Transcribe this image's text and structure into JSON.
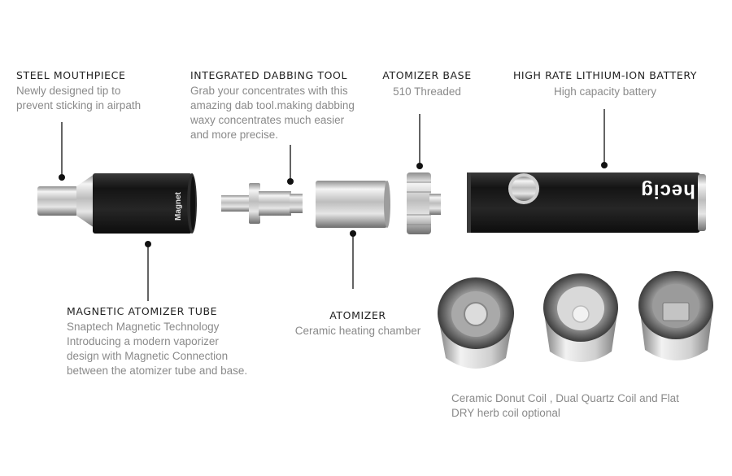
{
  "callouts": {
    "mouthpiece": {
      "title": "STEEL MOUTHPIECE",
      "lines": [
        "Newly designed tip to",
        "prevent sticking in airpath"
      ]
    },
    "dabbing_tool": {
      "title": "INTEGRATED DABBING TOOL",
      "lines": [
        "Grab your concentrates with this",
        "amazing dab tool.making dabbing",
        "waxy concentrates much easier",
        "and more precise."
      ]
    },
    "atomizer_base": {
      "title": "ATOMIZER BASE",
      "lines": [
        "510 Threaded"
      ]
    },
    "battery": {
      "title": "HIGH RATE LITHIUM-ION BATTERY",
      "lines": [
        "High capacity battery"
      ]
    },
    "atomizer_tube": {
      "title": "MAGNETIC ATOMIZER TUBE",
      "lines": [
        "Snaptech Magnetic Technology",
        "Introducing a modern vaporizer",
        "design with Magnetic Connection",
        "between the atomizer tube and base."
      ]
    },
    "atomizer": {
      "title": "ATOMIZER",
      "lines": [
        "Ceramic heating chamber"
      ]
    },
    "coils": {
      "lines": [
        "Ceramic Donut Coil , Dual Quartz Coil and Flat",
        "DRY herb coil optional"
      ]
    }
  },
  "product": {
    "tube_print": "Magnet",
    "battery_brand": "hecig"
  },
  "colors": {
    "title": "#222222",
    "desc": "#8a8a8a",
    "body_black": "#1c1c1c",
    "steel": "#c8c8c8"
  }
}
